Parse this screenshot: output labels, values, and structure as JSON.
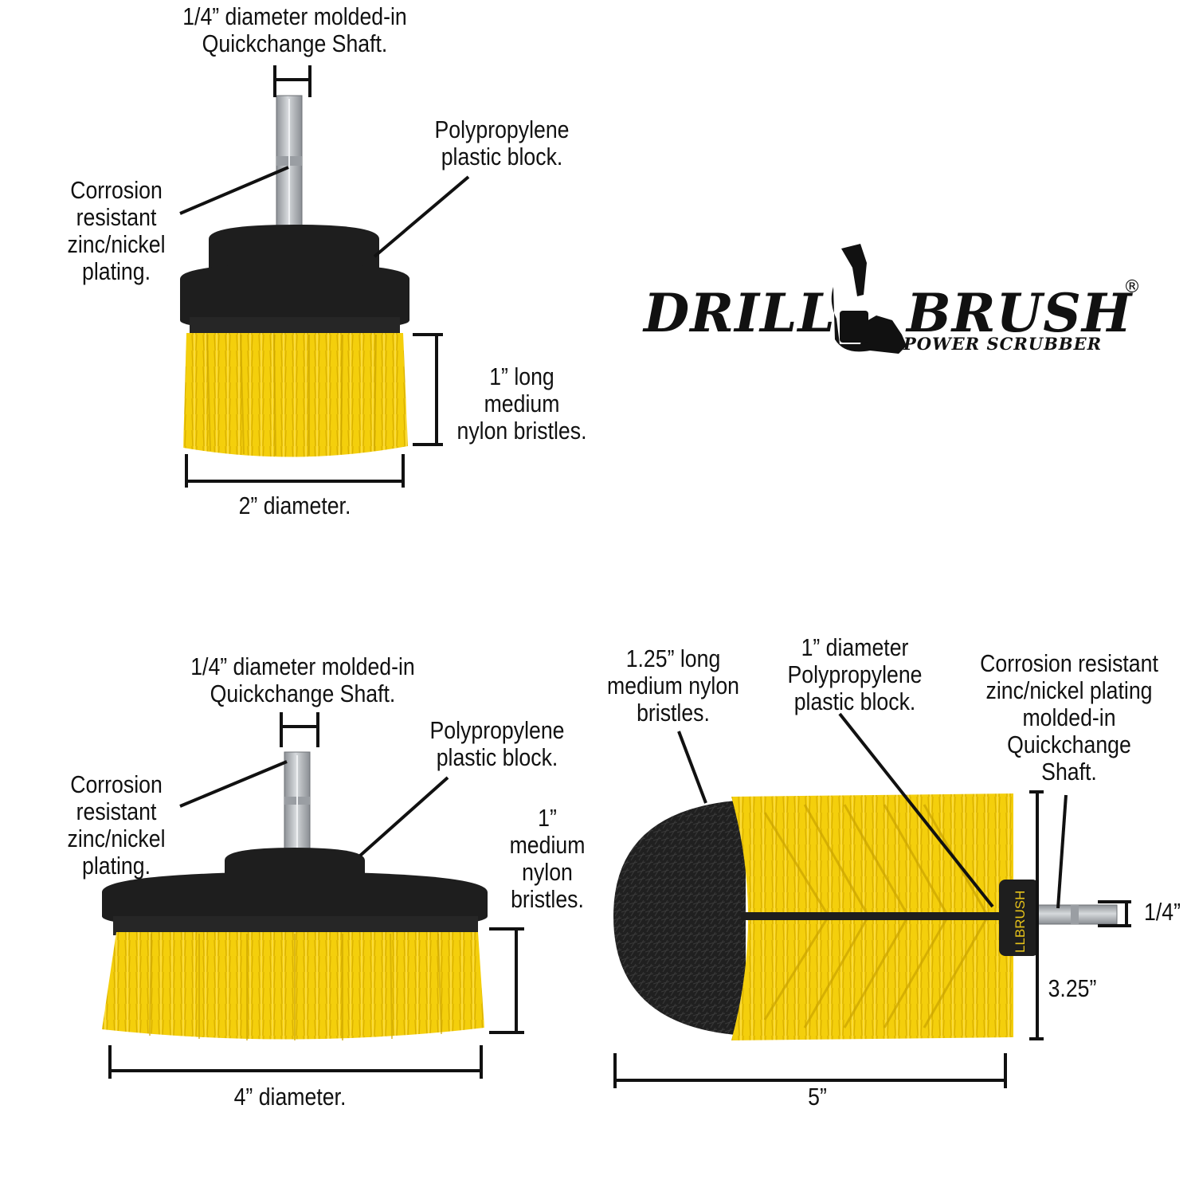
{
  "colors": {
    "bristle_yellow": "#f4cf0c",
    "bristle_shade": "#d9b000",
    "block_black": "#1e1e1e",
    "black_bristle": "#202020",
    "shaft_metal": "#b4b8bc",
    "line": "#111111"
  },
  "logo": {
    "word_left": "DRILL",
    "word_right": "BRUSH",
    "tagline": "POWER SCRUBBER",
    "registered": "®",
    "mark_icon": "drill-silhouette-icon"
  },
  "brush_2in": {
    "shaft_label": "1/4” diameter molded-in\nQuickchange Shaft.",
    "block_label": "Polypropylene\nplastic block.",
    "plating_label": "Corrosion\nresistant\nzinc/nickel\nplating.",
    "bristle_label": "1” long\nmedium\nnylon bristles.",
    "diameter_label": "2” diameter."
  },
  "brush_4in": {
    "shaft_label": "1/4” diameter molded-in\nQuickchange Shaft.",
    "block_label": "Polypropylene\nplastic block.",
    "plating_label": "Corrosion\nresistant\nzinc/nickel\nplating.",
    "bristle_label": "1”\nmedium\nnylon\nbristles.",
    "diameter_label": "4” diameter."
  },
  "brush_cylinder": {
    "bristle_label": "1.25” long\nmedium nylon\nbristles.",
    "block_label": "1” diameter\nPolypropylene\nplastic block.",
    "shaft_label": "Corrosion resistant\nzinc/nickel plating\nmolded-in\nQuickchange\nShaft.",
    "hex_label": "1/4”",
    "height_label": "3.25”",
    "length_label": "5”",
    "brand_print": "LLBRUSH"
  }
}
